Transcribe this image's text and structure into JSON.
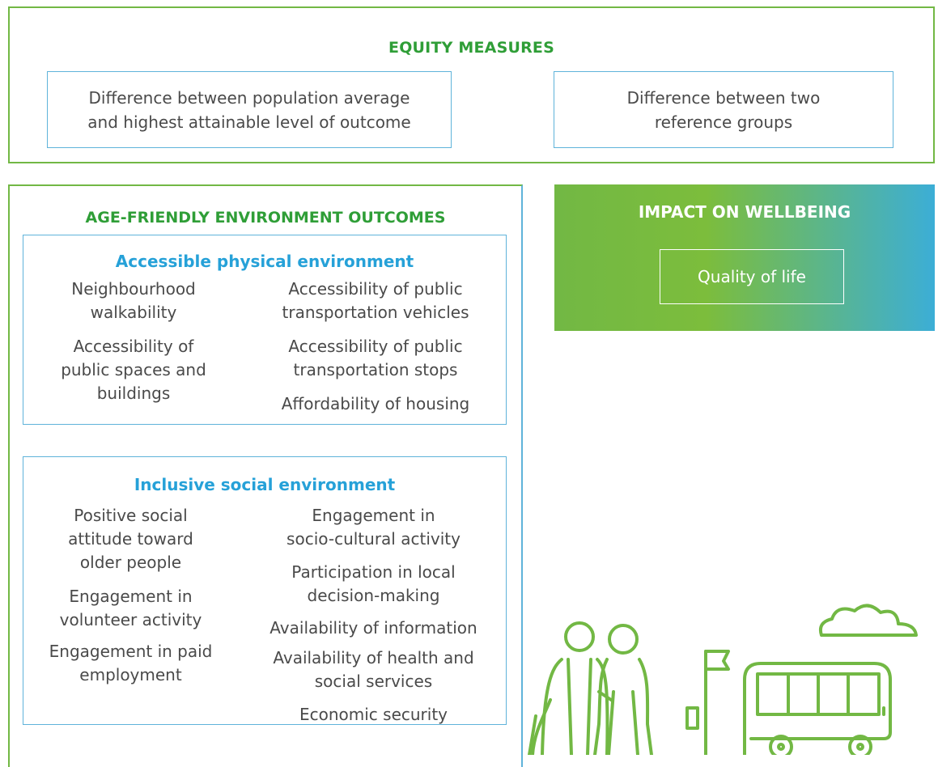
{
  "equity": {
    "title": "EQUITY MEASURES",
    "boxes": [
      "Difference between population average\nand highest attainable level of outcome",
      "Difference between two\nreference groups"
    ]
  },
  "outcomes": {
    "title": "AGE-FRIENDLY ENVIRONMENT OUTCOMES",
    "physical": {
      "title": "Accessible physical environment",
      "left": [
        "Neighbourhood\nwalkability",
        "Accessibility of\npublic spaces and\nbuildings"
      ],
      "right": [
        "Accessibility of public\ntransportation vehicles",
        "Accessibility of public\ntransportation stops",
        "Affordability of housing"
      ]
    },
    "social": {
      "title": "Inclusive social environment",
      "left": [
        "Positive social\nattitude toward\nolder people",
        "Engagement in\nvolunteer activity",
        "Engagement in paid\nemployment"
      ],
      "right": [
        "Engagement in\nsocio-cultural activity",
        "Participation in local\ndecision-making",
        "Availability of information",
        "Availability of health and\nsocial services",
        "Economic security"
      ]
    }
  },
  "impact": {
    "title": "IMPACT ON WELLBEING",
    "item": "Quality of life"
  },
  "colors": {
    "green": "#72b844",
    "dark_green": "#2f9e37",
    "blue": "#26a1d8",
    "box_border": "#5fb3da",
    "text": "#4a4a4a"
  },
  "illustration": {
    "icons": [
      "older-couple-icon",
      "bus-stop-icon",
      "bus-icon",
      "cloud-icon"
    ]
  }
}
